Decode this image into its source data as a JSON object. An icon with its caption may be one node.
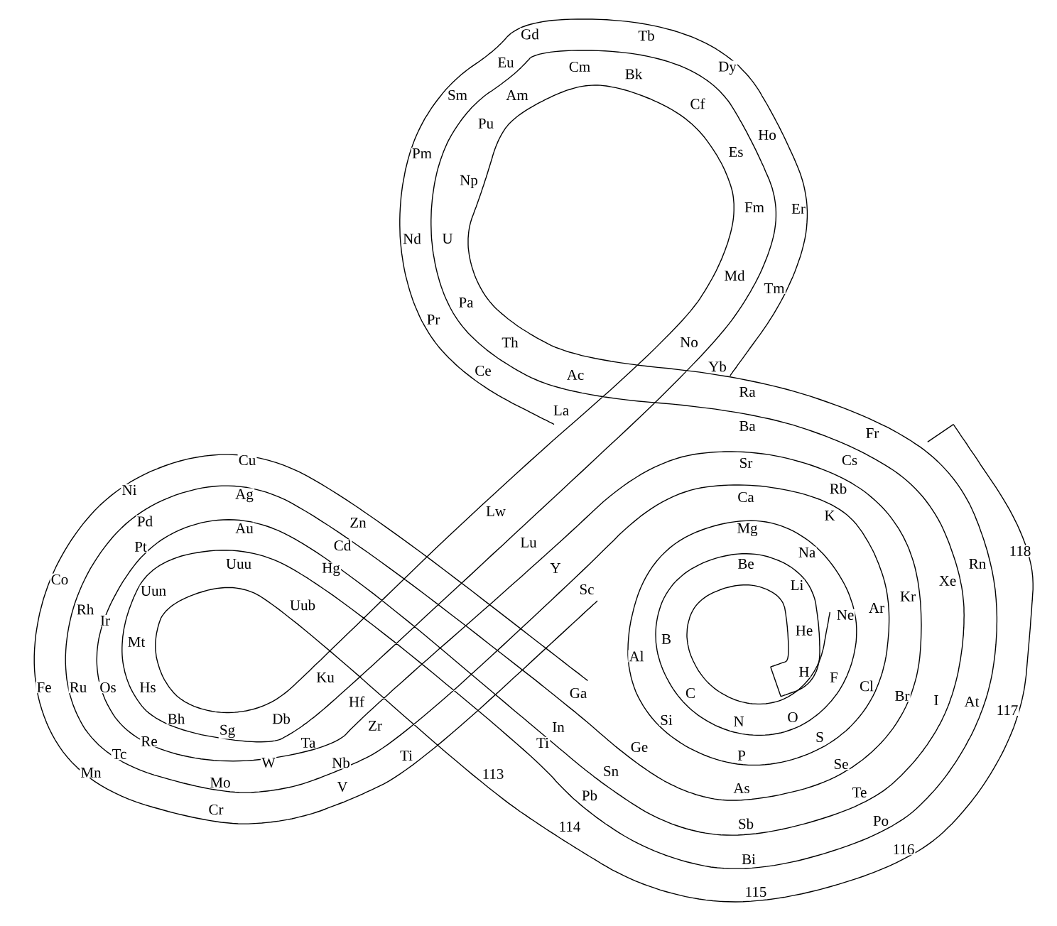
{
  "diagram": {
    "labels": [
      "H",
      "He",
      "Li",
      "Be",
      "B",
      "C",
      "N",
      "O",
      "F",
      "Ne",
      "Na",
      "Mg",
      "Al",
      "Si",
      "P",
      "S",
      "Cl",
      "Ar",
      "K",
      "Ca",
      "Sc",
      "Ti",
      "V",
      "Cr",
      "Mn",
      "Fe",
      "Co",
      "Ni",
      "Cu",
      "Zn",
      "Ga",
      "Ge",
      "As",
      "Se",
      "Br",
      "Kr",
      "Rb",
      "Sr",
      "Y",
      "Zr",
      "Nb",
      "Mo",
      "Tc",
      "Ru",
      "Rh",
      "Pd",
      "Ag",
      "Cd",
      "In",
      "Sn",
      "Sb",
      "Te",
      "I",
      "Xe",
      "Cs",
      "Ba",
      "La",
      "Ce",
      "Pr",
      "Nd",
      "Pm",
      "Sm",
      "Eu",
      "Gd",
      "Tb",
      "Dy",
      "Ho",
      "Er",
      "Tm",
      "Yb",
      "Lu",
      "Hf",
      "Ta",
      "W",
      "Re",
      "Os",
      "Ir",
      "Pt",
      "Au",
      "Hg",
      "Ti",
      "Pb",
      "Bi",
      "Po",
      "At",
      "Rn",
      "Fr",
      "Ra",
      "Ac",
      "Th",
      "Pa",
      "U",
      "Np",
      "Pu",
      "Am",
      "Cm",
      "Bk",
      "Cf",
      "Es",
      "Fm",
      "Md",
      "No",
      "Lw",
      "Ku",
      "Db",
      "Sg",
      "Bh",
      "Hs",
      "Mt",
      "Uun",
      "Uuu",
      "Uub",
      "113",
      "114",
      "115",
      "116",
      "117",
      "118"
    ]
  }
}
